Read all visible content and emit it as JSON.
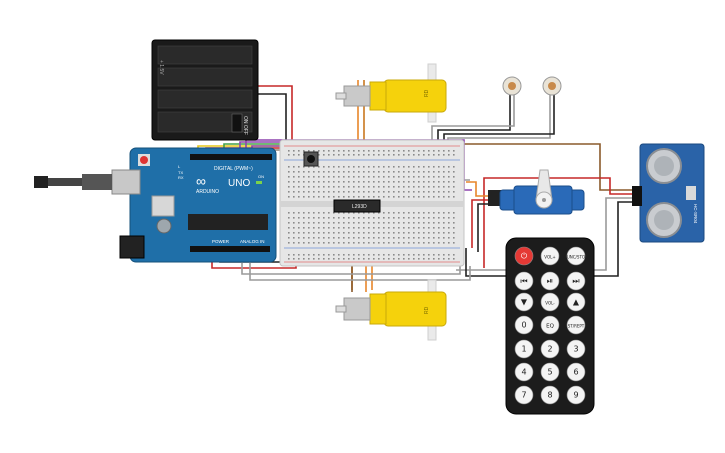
{
  "arduino": {
    "brand": "ARDUINO",
    "model": "UNO",
    "digital_label": "DIGITAL (PWM~)",
    "power_label": "POWER",
    "analog_label": "ANALOG IN",
    "on_label": "ON",
    "tx_label": "TX",
    "rx_label": "RX",
    "l_label": "L"
  },
  "battery": {
    "switch_label": "ON OFF"
  },
  "driver_chip": {
    "label": "L293D"
  },
  "motor_top": {
    "label": "RD"
  },
  "motor_bottom": {
    "label": "RD"
  },
  "ultrasonic": {
    "label": "HC-SR04"
  },
  "remote": {
    "buttons": [
      {
        "label": "",
        "icon": "power-icon"
      },
      {
        "label": "VOL+",
        "icon": ""
      },
      {
        "label": "FUNC/STOP",
        "icon": ""
      },
      {
        "label": "",
        "icon": "rewind-icon"
      },
      {
        "label": "",
        "icon": "play-pause-icon"
      },
      {
        "label": "",
        "icon": "fast-forward-icon"
      },
      {
        "label": "",
        "icon": "down-icon"
      },
      {
        "label": "VOL-",
        "icon": ""
      },
      {
        "label": "",
        "icon": "up-icon"
      },
      {
        "label": "0",
        "icon": ""
      },
      {
        "label": "EQ",
        "icon": ""
      },
      {
        "label": "ST/REPT",
        "icon": ""
      },
      {
        "label": "1",
        "icon": ""
      },
      {
        "label": "2",
        "icon": ""
      },
      {
        "label": "3",
        "icon": ""
      },
      {
        "label": "4",
        "icon": ""
      },
      {
        "label": "5",
        "icon": ""
      },
      {
        "label": "6",
        "icon": ""
      },
      {
        "label": "7",
        "icon": ""
      },
      {
        "label": "8",
        "icon": ""
      },
      {
        "label": "9",
        "icon": ""
      }
    ]
  },
  "colors": {
    "arduino": "#1f6fa8",
    "motor": "#f5d20c",
    "servo": "#2a6ab8",
    "ultrasonic": "#2a63a8",
    "remote": "#1c1c1c",
    "power_button": "#e53935",
    "wire_red": "#c62828",
    "wire_black": "#222222",
    "wire_orange": "#e8862a",
    "wire_brown": "#8a5a2b",
    "wire_gray": "#9a9a9a",
    "wire_green": "#43a047",
    "wire_purple": "#8e44ad",
    "wire_yellow": "#e6c619"
  }
}
